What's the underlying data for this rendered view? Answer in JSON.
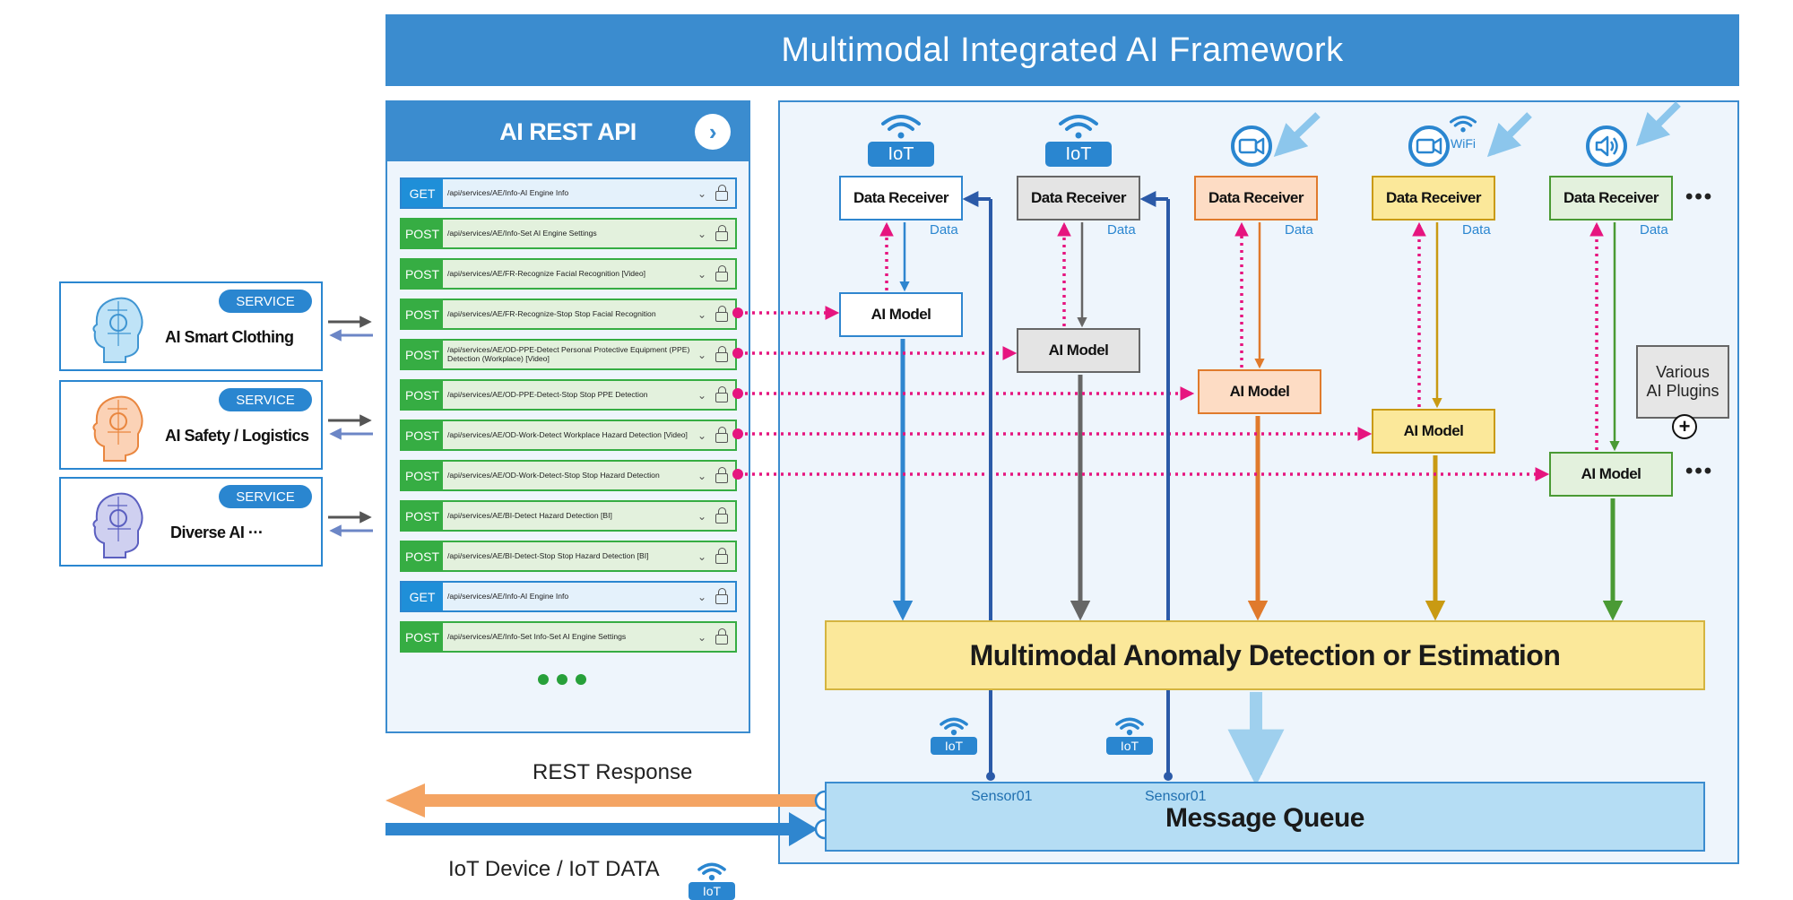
{
  "title": "Multimodal Integrated AI Framework",
  "api": {
    "title": "AI REST API",
    "go_icon": "›",
    "endpoints": [
      {
        "method": "GET",
        "path": "/api/services/AE/Info-AI Engine Info"
      },
      {
        "method": "POST",
        "path": "/api/services/AE/Info-Set AI Engine Settings"
      },
      {
        "method": "POST",
        "path": "/api/services/AE/FR-Recognize Facial Recognition [Video]"
      },
      {
        "method": "POST",
        "path": "/api/services/AE/FR-Recognize-Stop Stop Facial Recognition"
      },
      {
        "method": "POST",
        "path": "/api/services/AE/OD-PPE-Detect Personal Protective Equipment (PPE) Detection (Workplace) [Video]"
      },
      {
        "method": "POST",
        "path": "/api/services/AE/OD-PPE-Detect-Stop Stop PPE Detection"
      },
      {
        "method": "POST",
        "path": "/api/services/AE/OD-Work-Detect Workplace Hazard Detection [Video]"
      },
      {
        "method": "POST",
        "path": "/api/services/AE/OD-Work-Detect-Stop Stop Hazard Detection"
      },
      {
        "method": "POST",
        "path": "/api/services/AE/BI-Detect Hazard Detection [BI]"
      },
      {
        "method": "POST",
        "path": "/api/services/AE/BI-Detect-Stop Stop Hazard Detection [BI]"
      },
      {
        "method": "GET",
        "path": "/api/services/AE/Info-AI Engine Info"
      },
      {
        "method": "POST",
        "path": "/api/services/AE/Info-Set Info-Set AI Engine Settings"
      }
    ]
  },
  "services": [
    {
      "badge": "SERVICE",
      "label": "AI Smart Clothing"
    },
    {
      "badge": "SERVICE",
      "label": "AI Safety / Logistics"
    },
    {
      "badge": "SERVICE",
      "label": "Diverse AI  ···"
    }
  ],
  "framework": {
    "columns": [
      {
        "source": "IoT",
        "receiver": "Data Receiver",
        "data_label": "Data",
        "model": "AI Model",
        "color": "#2f86cf",
        "fill": "#ffffff"
      },
      {
        "source": "IoT",
        "receiver": "Data Receiver",
        "data_label": "Data",
        "model": "AI Model",
        "color": "#666666",
        "fill": "#e4e4e4"
      },
      {
        "source": "",
        "receiver": "Data Receiver",
        "data_label": "Data",
        "model": "AI Model",
        "color": "#e07a2c",
        "fill": "#fddcc4"
      },
      {
        "source": "WiFi",
        "receiver": "Data Receiver",
        "data_label": "Data",
        "model": "AI Model",
        "color": "#c99a12",
        "fill": "#fbe89a"
      },
      {
        "source": "",
        "receiver": "Data Receiver",
        "data_label": "Data",
        "model": "AI Model",
        "color": "#4a9a34",
        "fill": "#e3f1dd"
      }
    ],
    "more": "•••",
    "plugins": "Various\nAI Plugins",
    "plus": "+",
    "anomaly": "Multimodal Anomaly Detection or Estimation",
    "queue": "Message Queue",
    "sensors": [
      "Sensor01",
      "Sensor01"
    ],
    "iot_badge": "IoT"
  },
  "bottom": {
    "rest_response": "REST Response",
    "iot_data": "IoT Device / IoT DATA",
    "iot_badge": "IoT"
  },
  "colors": {
    "primary": "#3b8ccf",
    "connector": "#e6157f",
    "response_arrow": "#f4a463",
    "request_arrow": "#2f86cf"
  }
}
